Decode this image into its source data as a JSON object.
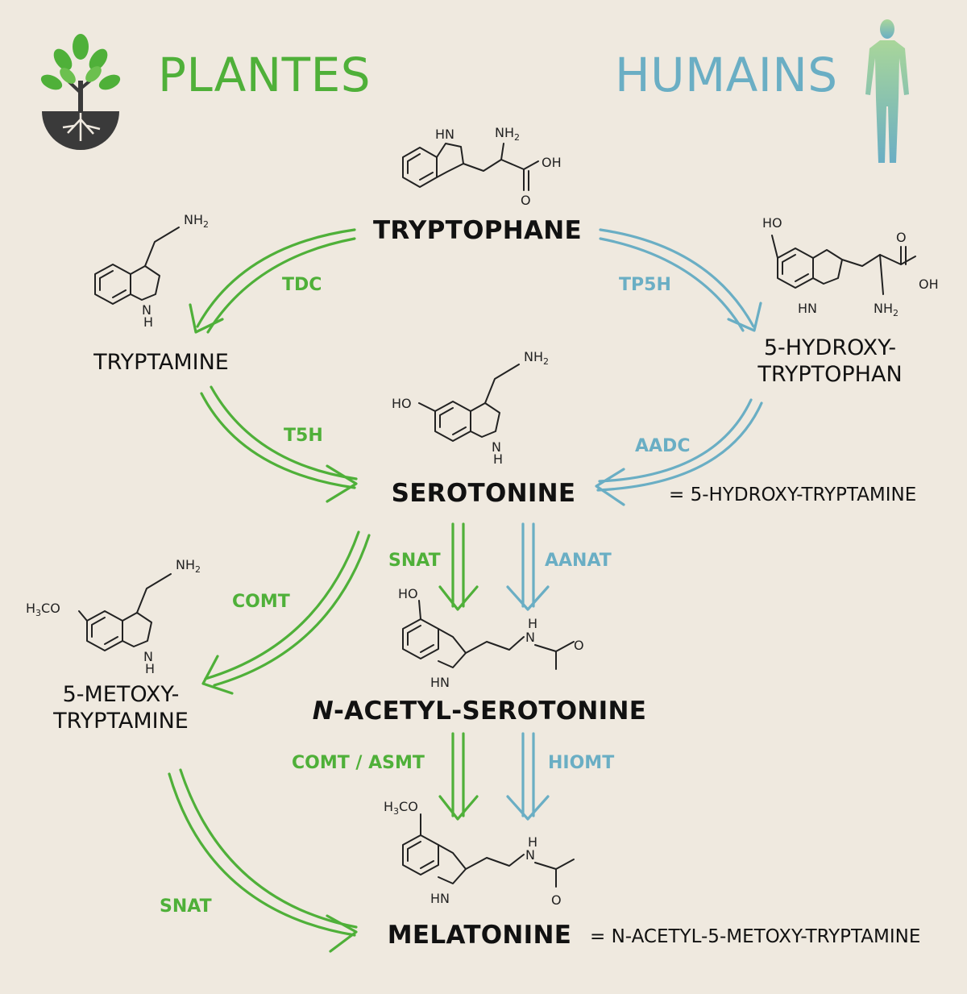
{
  "header": {
    "plants": "PLANTES",
    "humans": "HUMAINS",
    "plant_color": "#4fb039",
    "human_color": "#6aaec4"
  },
  "compounds": {
    "tryptophane": "TRYPTOPHANE",
    "tryptamine": "TRYPTAMINE",
    "hydroxy_line1": "5-HYDROXY-",
    "hydroxy_line2": "TRYPTOPHAN",
    "serotonine": "SEROTONINE",
    "serotonine_eq": "= 5-HYDROXY-TRYPTAMINE",
    "metoxy_line1": "5-METOXY-",
    "metoxy_line2": "TRYPTAMINE",
    "n_prefix": "N",
    "acetyl_rest": "-ACETYL-SEROTONINE",
    "melatonine": "MELATONINE",
    "melatonine_eq": "= N-ACETYL-5-METOXY-TRYPTAMINE"
  },
  "enzymes": {
    "tdc": "TDC",
    "tp5h": "TP5H",
    "t5h": "T5H",
    "aadc": "AADC",
    "snat_1": "SNAT",
    "aanat": "AANAT",
    "comt": "COMT",
    "comt_asmt": "COMT / ASMT",
    "hiomt": "HIOMT",
    "snat_2": "SNAT"
  },
  "structure_labels": {
    "hn": "HN",
    "nh": "H",
    "n": "N",
    "nh2": "NH",
    "sub2": "2",
    "oh": "OH",
    "o": "O",
    "ho": "HO",
    "h3co": "H",
    "h3co_sub": "3",
    "h3co_rest": "CO",
    "h": "H"
  },
  "icons": [
    "tree-icon",
    "human-figure-icon"
  ]
}
